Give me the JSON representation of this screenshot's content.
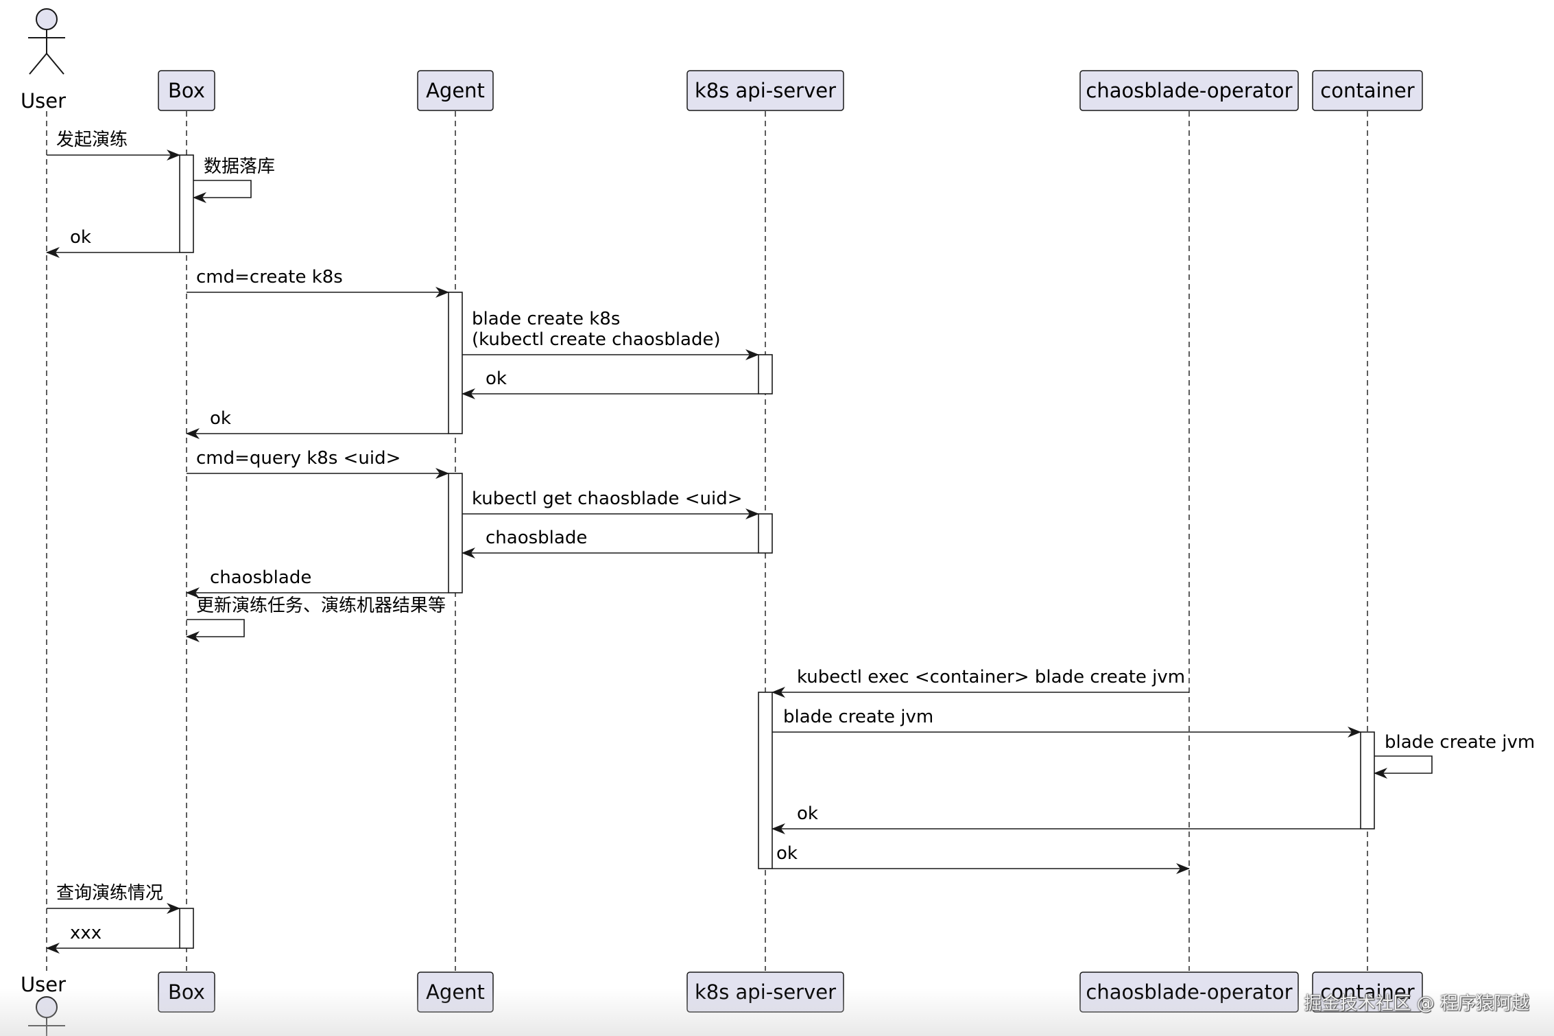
{
  "participants": [
    {
      "id": "user",
      "label": "User",
      "kind": "actor"
    },
    {
      "id": "box",
      "label": "Box",
      "kind": "participant"
    },
    {
      "id": "agent",
      "label": "Agent",
      "kind": "participant"
    },
    {
      "id": "api",
      "label": "k8s api-server",
      "kind": "participant"
    },
    {
      "id": "operator",
      "label": "chaosblade-operator",
      "kind": "participant"
    },
    {
      "id": "container",
      "label": "container",
      "kind": "participant"
    }
  ],
  "messages": [
    {
      "from": "user",
      "to": "box",
      "lines": [
        "发起演练"
      ]
    },
    {
      "from": "box",
      "to": "box",
      "lines": [
        "数据落库"
      ]
    },
    {
      "from": "box",
      "to": "user",
      "lines": [
        "ok"
      ]
    },
    {
      "from": "box",
      "to": "agent",
      "lines": [
        "cmd=create k8s"
      ]
    },
    {
      "from": "agent",
      "to": "api",
      "lines": [
        "blade create k8s",
        "(kubectl create chaosblade)"
      ]
    },
    {
      "from": "api",
      "to": "agent",
      "lines": [
        "ok"
      ]
    },
    {
      "from": "agent",
      "to": "box",
      "lines": [
        "ok"
      ]
    },
    {
      "from": "box",
      "to": "agent",
      "lines": [
        "cmd=query k8s <uid>"
      ]
    },
    {
      "from": "agent",
      "to": "api",
      "lines": [
        "kubectl get chaosblade <uid>"
      ]
    },
    {
      "from": "api",
      "to": "agent",
      "lines": [
        "chaosblade"
      ]
    },
    {
      "from": "agent",
      "to": "box",
      "lines": [
        "chaosblade"
      ]
    },
    {
      "from": "box",
      "to": "box",
      "lines": [
        "更新演练任务、演练机器结果等"
      ]
    },
    {
      "from": "operator",
      "to": "api",
      "lines": [
        "kubectl exec <container> blade create jvm"
      ]
    },
    {
      "from": "api",
      "to": "container",
      "lines": [
        "blade create jvm"
      ]
    },
    {
      "from": "container",
      "to": "container",
      "lines": [
        "blade create jvm"
      ]
    },
    {
      "from": "container",
      "to": "api",
      "lines": [
        "ok"
      ]
    },
    {
      "from": "api",
      "to": "operator",
      "lines": [
        "ok"
      ]
    },
    {
      "from": "user",
      "to": "box",
      "lines": [
        "查询演练情况"
      ]
    },
    {
      "from": "box",
      "to": "user",
      "lines": [
        "xxx"
      ]
    }
  ],
  "watermark": "掘金技术社区 @ 程序猿阿越",
  "colors": {
    "participant_fill": "#e2e2f0",
    "participant_stroke": "#181818",
    "line": "#181818",
    "activation_fill": "#ffffff",
    "text": "#000000"
  }
}
